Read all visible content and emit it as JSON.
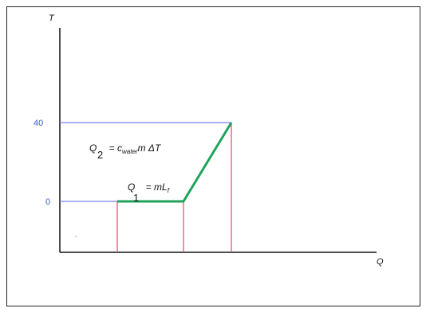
{
  "axes": {
    "y_label": "T",
    "x_label": "Q",
    "y_ticks": [
      "40",
      "0"
    ]
  },
  "equations": {
    "q2": {
      "symbol": "Q",
      "index": "2",
      "rest": " = c",
      "sub": "water",
      "tail": "m ΔT"
    },
    "q1": {
      "symbol": "Q",
      "index": "1",
      "rest": " = mL",
      "sub": "f"
    }
  },
  "colors": {
    "axis": "#111111",
    "guide_blue": "#7b7ff0",
    "guide_red": "#ee4466",
    "curve_green": "#1fa35a",
    "tick_text": "#3a5bd0"
  }
}
